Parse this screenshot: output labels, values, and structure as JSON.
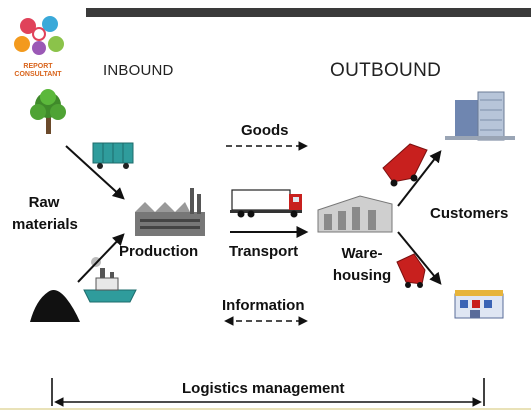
{
  "logo": {
    "line1": "REPORT",
    "line2": "CONSULTANT"
  },
  "header": {
    "inbound": "INBOUND",
    "outbound": "OUTBOUND"
  },
  "labels": {
    "raw_line1": "Raw",
    "raw_line2": "materials",
    "production": "Production",
    "transport": "Transport",
    "warehousing_line1": "Ware-",
    "warehousing_line2": "housing",
    "customers": "Customers",
    "goods": "Goods",
    "information": "Information",
    "logistics": "Logistics management"
  },
  "icons": [
    "tree-icon",
    "railcar-icon",
    "coal-pile-icon",
    "ship-icon",
    "factory-icon",
    "truck-icon",
    "warehouse-icon",
    "van-icon",
    "office-building-icon",
    "store-icon"
  ],
  "colors": {
    "accent_red": "#c8201e",
    "teal": "#2f9c9c",
    "tree_green": "#3f8a2a",
    "logo_orange": "#d9641c"
  }
}
